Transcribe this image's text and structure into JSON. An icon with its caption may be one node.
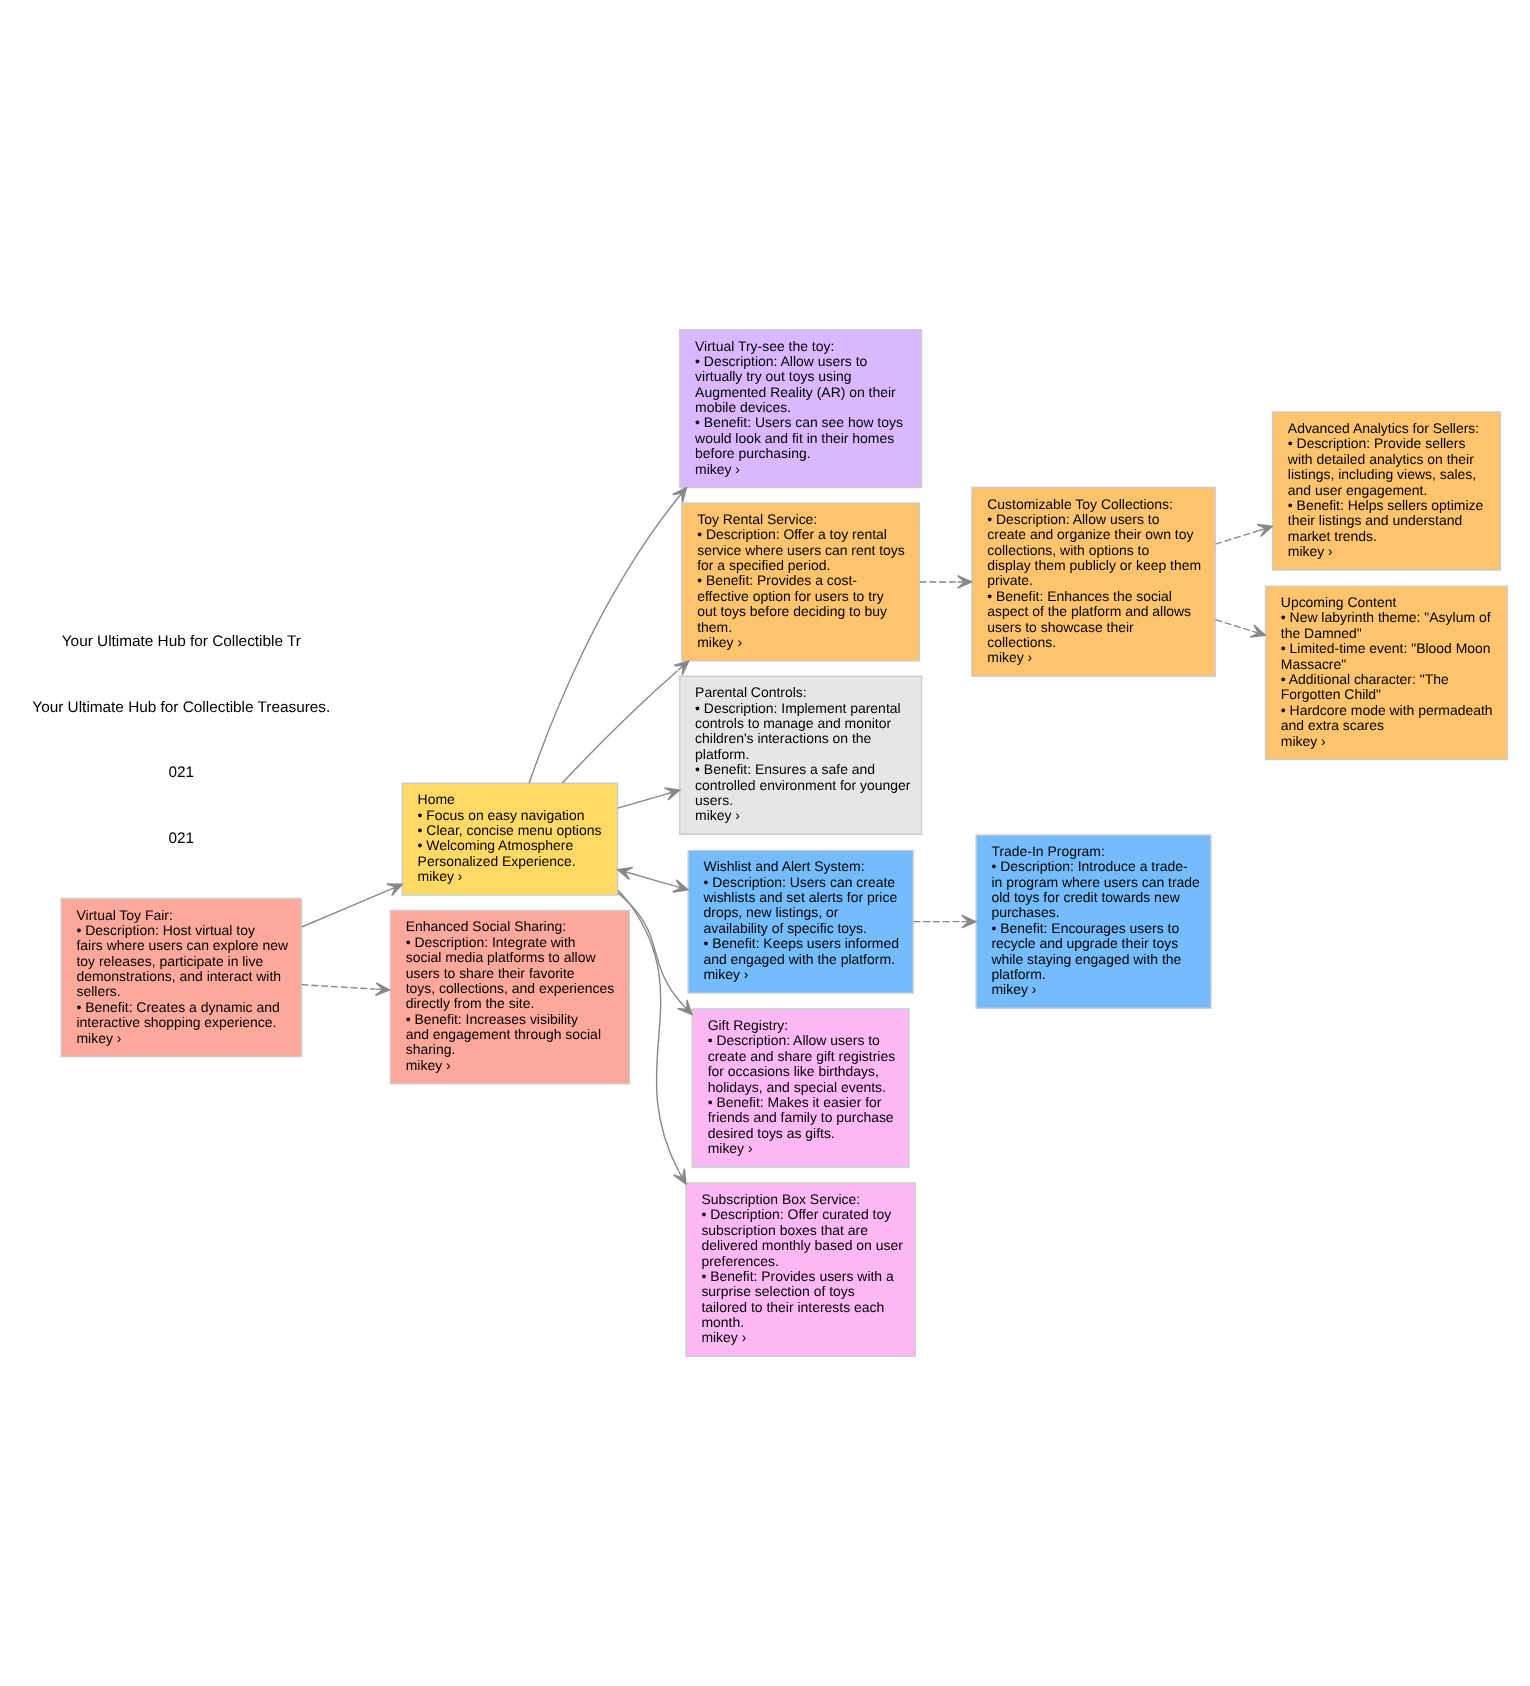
{
  "diagram": {
    "nodes": [
      {
        "text": [
          "Advanced Analytics for Sellers:",
          "• Description: Provide sellers with detailed analytics on their listings, including views, sales, and user engagement.",
          "• Benefit: Helps sellers optimize their listings and understand market trends.",
          "mikey ›"
        ]
      },
      {
        "text": [
          "Virtual Try-see the toy:",
          "• Description: Allow users to virtually try out toys using Augmented Reality (AR) on their mobile devices.",
          "• Benefit: Users can see how toys would look and fit in their homes before purchasing.",
          "mikey ›"
        ]
      },
      {
        "text": [
          "Toy Rental Service:",
          "• Description: Offer a toy rental service where users can rent toys for a specified period.",
          "• Benefit: Provides a cost-effective option for users to try out toys before deciding to buy them.",
          "mikey ›"
        ]
      },
      {
        "text": [
          "Customizable Toy Collections:",
          "• Description: Allow users to create and organize their own toy collections, with options to display them publicly or keep them private.",
          "• Benefit: Enhances the social aspect of the platform and allows users to showcase their collections.",
          "mikey ›"
        ]
      },
      {
        "text": [
          "Parental Controls:",
          "• Description: Implement parental controls to manage and monitor children's interactions on the platform.",
          "• Benefit: Ensures a safe and controlled environment for younger users.",
          "mikey ›"
        ]
      },
      {
        "text": [
          "Home",
          "• Focus on easy navigation",
          "• Clear, concise menu options",
          "• Welcoming Atmosphere Personalized Experience.",
          "mikey ›"
        ]
      },
      {
        "text": [
          "Upcoming Content",
          "• New labyrinth theme: \"Asylum of the Damned\"",
          "• Limited-time event: \"Blood Moon Massacre\"",
          "• Additional character: \"The Forgotten Child\"",
          "• Hardcore mode with permadeath and extra scares",
          "mikey ›"
        ]
      },
      {
        "text": [
          "Wishlist and Alert System:",
          "• Description: Users can create wishlists and set alerts for price drops, new listings, or availability of specific toys.",
          "• Benefit: Keeps users informed and engaged with the platform.",
          "mikey ›"
        ]
      },
      {
        "text": [
          "Trade-In Program:",
          "• Description: Introduce a trade-in program where users can trade old toys for credit towards new purchases.",
          "• Benefit: Encourages users to recycle and upgrade their toys while staying engaged with the platform.",
          "mikey ›"
        ]
      },
      {
        "text": [
          "Virtual Toy Fair:",
          "• Description: Host virtual toy fairs where users can explore new toy releases, participate in live demonstrations, and interact with sellers.",
          "• Benefit: Creates a dynamic and interactive shopping experience.",
          "mikey ›"
        ]
      },
      {
        "text": [
          "Gift Registry:",
          "• Description: Allow users to create and share gift registries for occasions like birthdays, holidays, and special events.",
          "• Benefit: Makes it easier for friends and family to purchase desired toys as gifts.",
          "mikey ›"
        ]
      },
      {
        "text": [
          "Subscription Box Service:",
          "• Description: Offer curated toy subscription boxes that are delivered monthly based on user preferences.",
          "• Benefit: Provides users with a surprise selection of toys tailored to their interests each month.",
          "mikey ›"
        ]
      },
      {
        "text": [
          "Enhanced Social Sharing:",
          "• Description: Integrate with social media platforms to allow users to share their favorite toys, collections, and experiences directly from the site.",
          "• Benefit: Increases visibility and engagement through social sharing.",
          "mikey ›"
        ]
      }
    ],
    "edges": [
      {
        "from": 5,
        "to": 1,
        "arrow": "to"
      },
      {
        "from": 5,
        "to": 2,
        "arrow": "to"
      },
      {
        "from": 5,
        "to": 4,
        "arrow": "to"
      },
      {
        "from": 5,
        "to": 10,
        "arrow": "to"
      },
      {
        "from": 5,
        "to": 11,
        "arrow": "to"
      },
      {
        "from": 5,
        "to": 7,
        "arrow": "both"
      },
      {
        "from": 9,
        "to": 5,
        "arrow": "to"
      },
      {
        "from": 2,
        "to": 3,
        "arrow": "to",
        "style": "dashed"
      },
      {
        "from": 3,
        "to": 0,
        "arrow": "to",
        "style": "dashed"
      },
      {
        "from": 3,
        "to": 6,
        "arrow": "to",
        "style": "dashed"
      },
      {
        "from": 7,
        "to": 8,
        "arrow": "to",
        "style": "dashed"
      },
      {
        "from": 9,
        "to": 12,
        "arrow": "to",
        "style": "dashed"
      }
    ],
    "labels": [
      "021",
      "021",
      "Your Ultimate Hub for Collectible Treasures.",
      "Your Ultimate Hub for Collectible Tr"
    ]
  }
}
